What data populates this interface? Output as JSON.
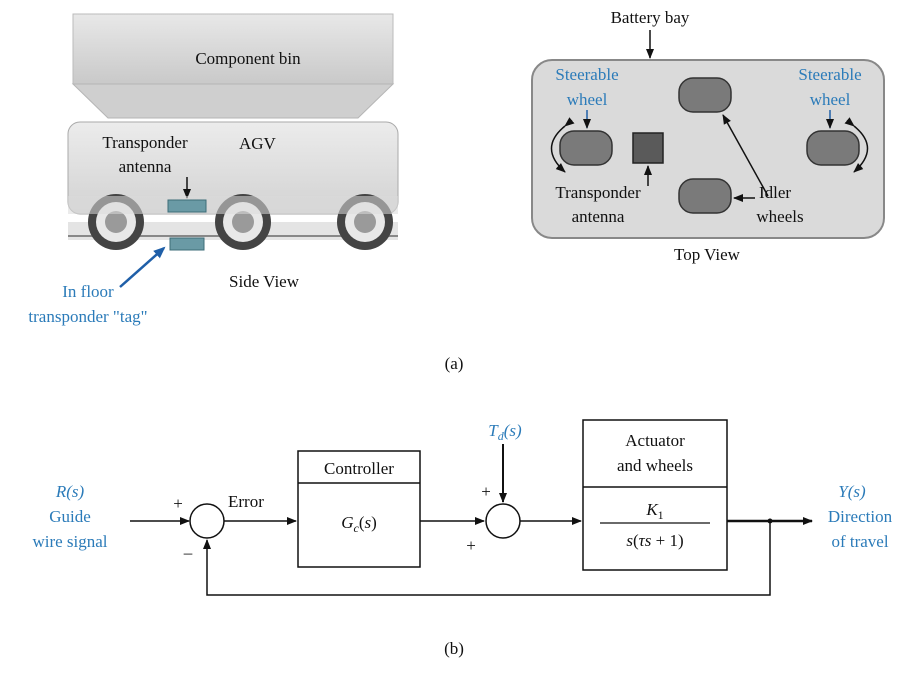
{
  "colors": {
    "label_blue": "#2b7bb9",
    "body_gray": "#dcdcdc",
    "wheel_gray": "#7a7a7a",
    "chip_teal": "#6a9aa5"
  },
  "side_view": {
    "component_bin": "Component bin",
    "transponder_antenna_line1": "Transponder",
    "transponder_antenna_line2": "antenna",
    "agv": "AGV",
    "caption": "Side View",
    "tag_line1": "In floor",
    "tag_line2": "transponder \"tag\""
  },
  "top_view": {
    "battery_bay": "Battery bay",
    "steerable_left_line1": "Steerable",
    "steerable_left_line2": "wheel",
    "steerable_right_line1": "Steerable",
    "steerable_right_line2": "wheel",
    "transponder_line1": "Transponder",
    "transponder_line2": "antenna",
    "idler_line1": "Idler",
    "idler_line2": "wheels",
    "caption": "Top View"
  },
  "part_a_label": "(a)",
  "part_b_label": "(b)",
  "block_diagram": {
    "input_line1": "R(s)",
    "input_line2": "Guide",
    "input_line3": "wire signal",
    "plus_sign": "+",
    "minus_sign": "–",
    "error_label": "Error",
    "controller_title": "Controller",
    "controller_tf": "Gc(s)",
    "disturbance": "Td(s)",
    "sum2_top_sign": "+",
    "sum2_left_sign": "+",
    "actuator_line1": "Actuator",
    "actuator_line2": "and wheels",
    "plant_numerator": "K1",
    "plant_denominator": "s(τs + 1)",
    "output_line1": "Y(s)",
    "output_line2": "Direction",
    "output_line3": "of travel"
  }
}
